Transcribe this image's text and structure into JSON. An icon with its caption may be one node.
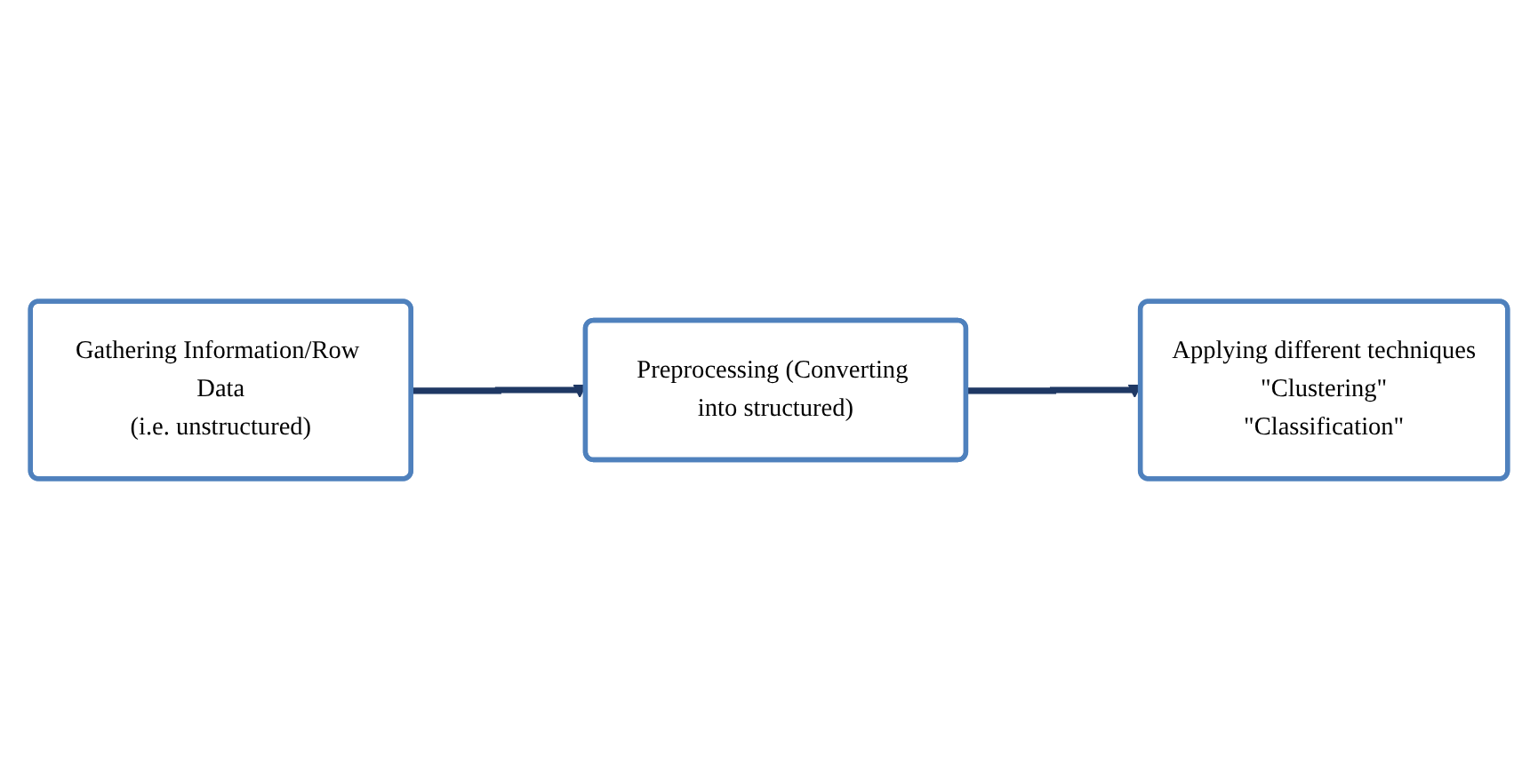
{
  "diagram": {
    "nodes": [
      {
        "text": [
          "Gathering Information/Row Data",
          "(i.e. unstructured)"
        ]
      },
      {
        "text": [
          "Preprocessing (Converting into structured)"
        ]
      },
      {
        "text": [
          "Applying different techniques",
          "\"Clustering\"",
          "\"Classification\""
        ]
      }
    ],
    "edges": [
      {
        "from": 0,
        "to": 1,
        "arrow": "to"
      },
      {
        "from": 1,
        "to": 2,
        "arrow": "to"
      }
    ]
  }
}
